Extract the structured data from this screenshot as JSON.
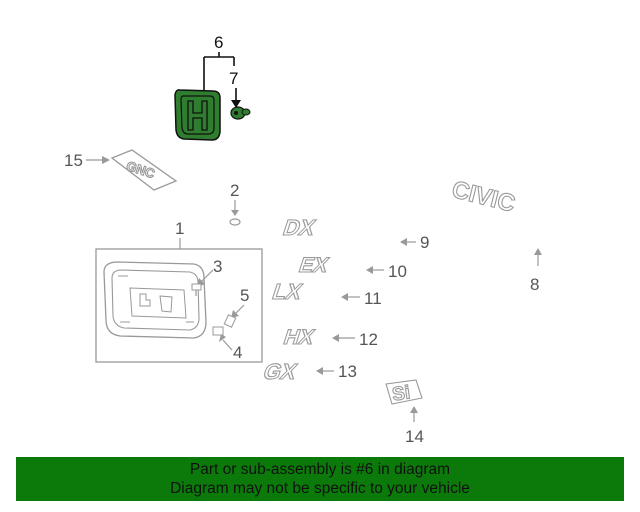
{
  "callouts": {
    "c1": "1",
    "c2": "2",
    "c3": "3",
    "c4": "4",
    "c5": "5",
    "c6": "6",
    "c7": "7",
    "c8": "8",
    "c9": "9",
    "c10": "10",
    "c11": "11",
    "c12": "12",
    "c13": "13",
    "c14": "14",
    "c15": "15"
  },
  "emblems": {
    "gnc": "GNC",
    "dx": "DX",
    "civic": "CIVIC",
    "ex": "EX",
    "lx": "LX",
    "hx": "HX",
    "gx": "GX",
    "si": "Si"
  },
  "banner": {
    "line1": "Part or sub-assembly is #6 in diagram",
    "line2": "Diagram may not be specific to your vehicle"
  },
  "colors": {
    "highlight_part": "#2f7d2f",
    "banner_bg": "#0b7a0b",
    "line_gray": "#999999"
  }
}
